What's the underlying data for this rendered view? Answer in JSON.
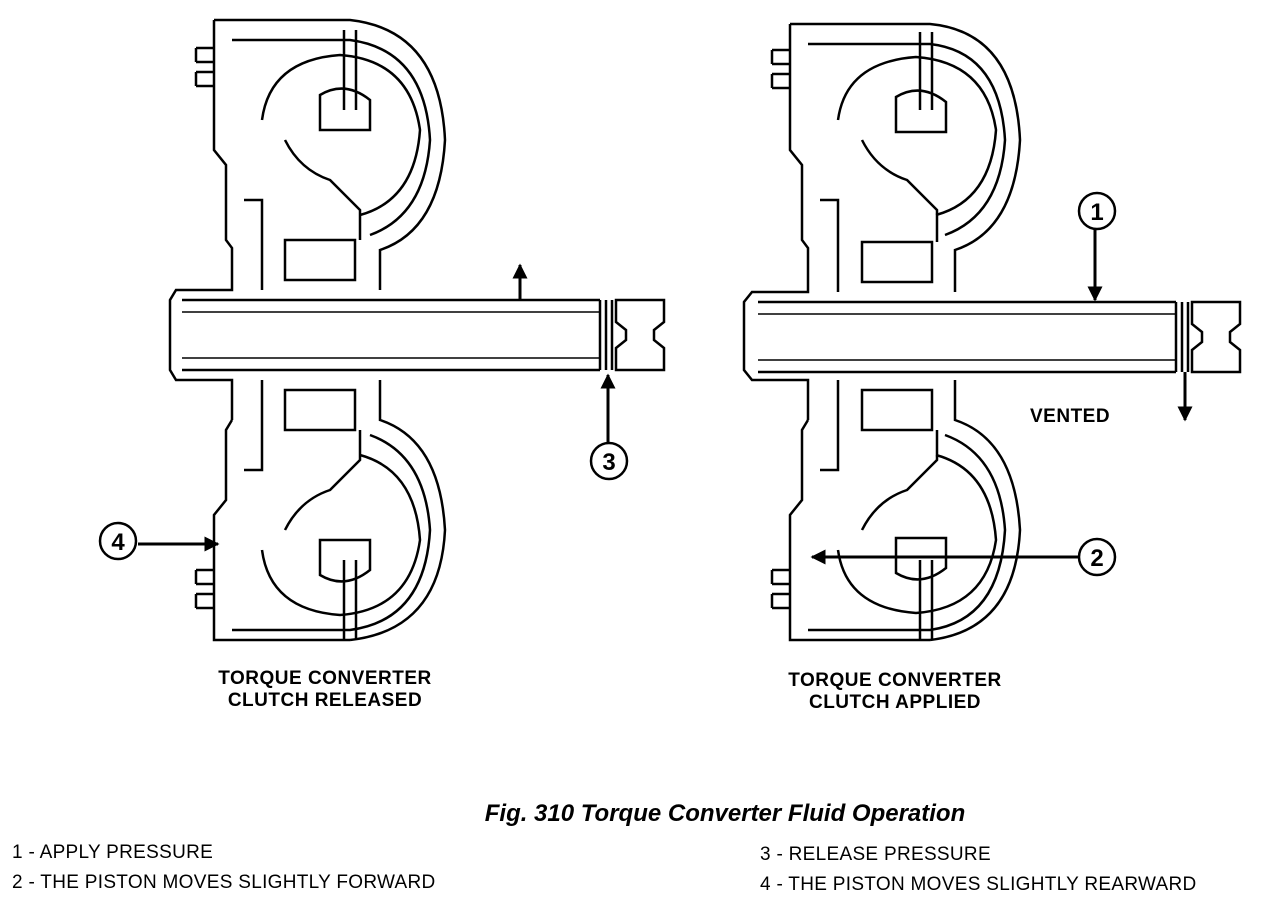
{
  "figure": {
    "title": "Fig. 310 Torque Converter Fluid Operation",
    "left_caption": [
      "TORQUE CONVERTER",
      "CLUTCH RELEASED"
    ],
    "right_caption": [
      "TORQUE CONVERTER",
      "CLUTCH APPLIED"
    ],
    "vented_label": "VENTED",
    "callouts": [
      "1",
      "2",
      "3",
      "4"
    ]
  },
  "legend": {
    "item1": "1 - APPLY PRESSURE",
    "item2": "2 - THE PISTON MOVES SLIGHTLY FORWARD",
    "item3": "3 - RELEASE PRESSURE",
    "item4": "4 - THE PISTON MOVES SLIGHTLY REARWARD"
  }
}
